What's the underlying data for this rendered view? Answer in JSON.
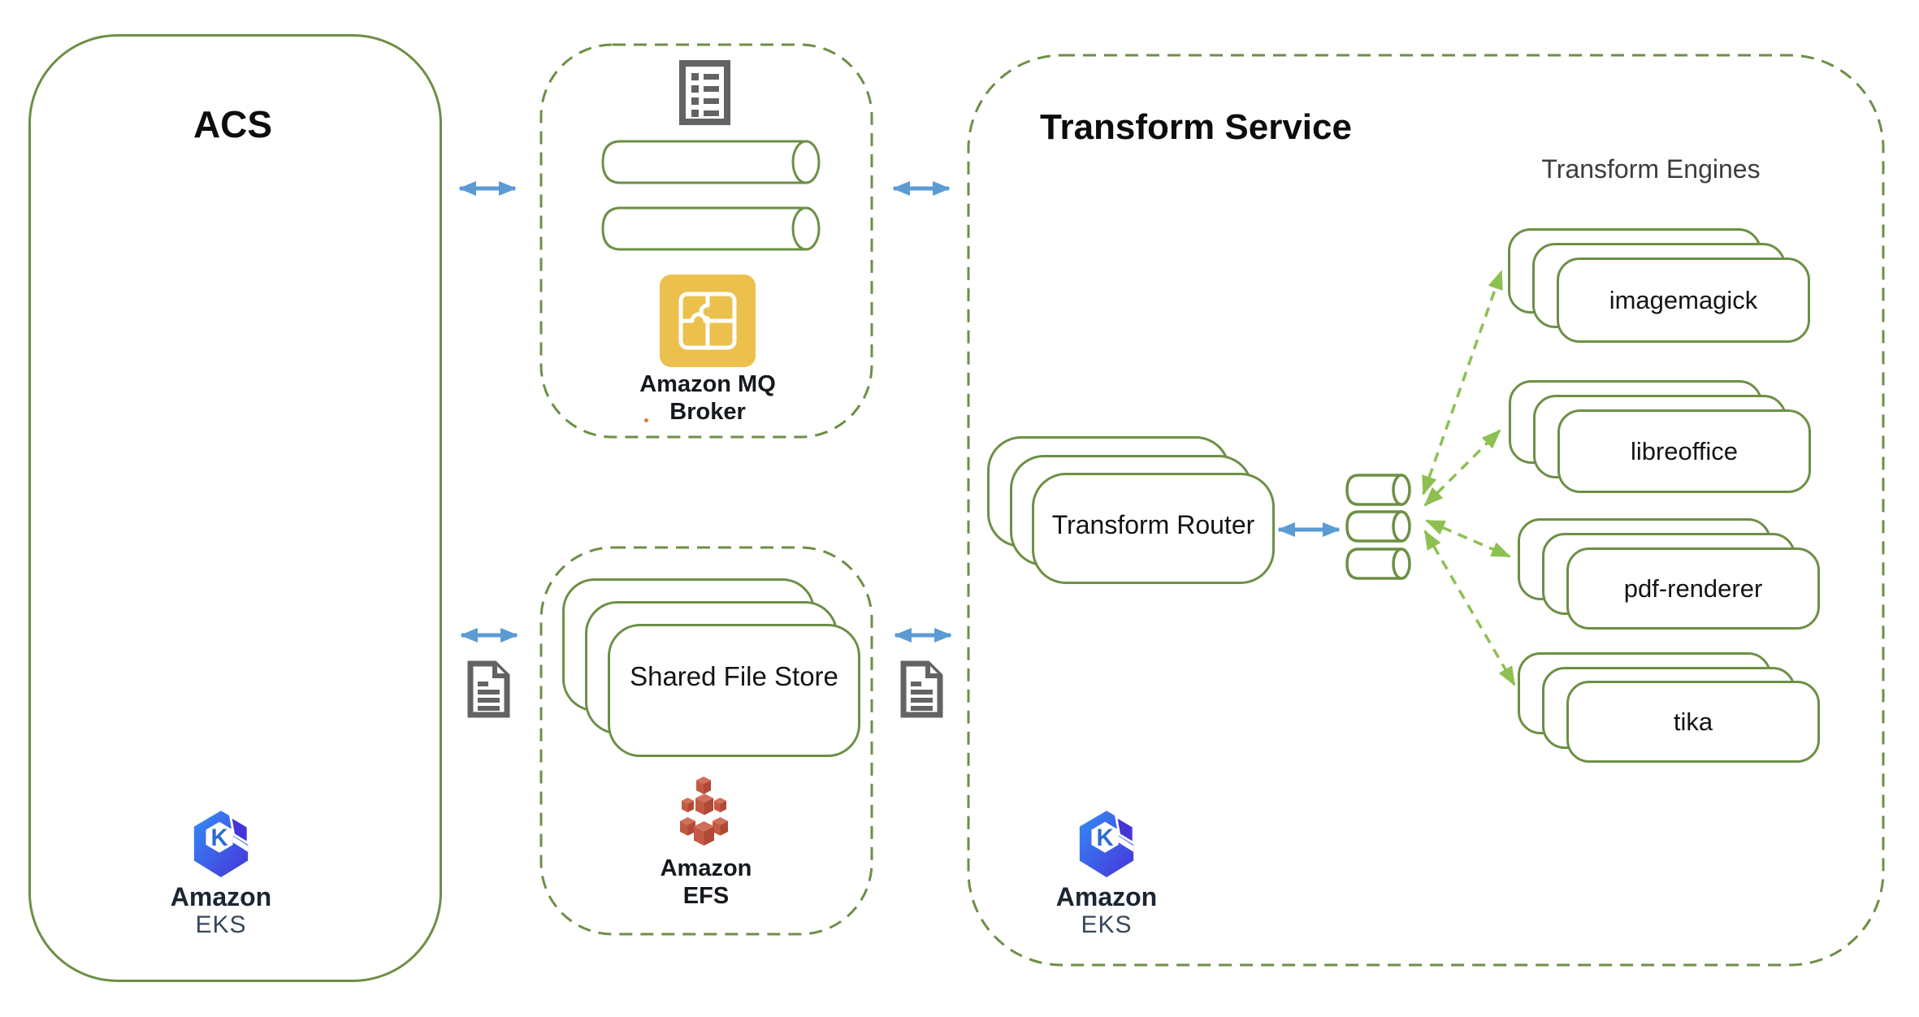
{
  "colors": {
    "outline_green": "#6d8f46",
    "dashed_arrow_green": "#8dc051",
    "arrow_blue": "#5b9bd5",
    "icon_gray": "#636363",
    "mq_yellow": "#ecc04d",
    "efs_red": "#bf5540",
    "eks_blue_gradient_start": "#338df7",
    "eks_blue_gradient_end": "#4633d9"
  },
  "acs": {
    "title": "ACS",
    "eks": {
      "line1": "Amazon",
      "line2": "EKS"
    }
  },
  "mq_group": {
    "label_line1": "Amazon MQ",
    "label_line2": "Broker"
  },
  "storage_group": {
    "box_label": "Shared File Store",
    "efs_line1": "Amazon",
    "efs_line2": "EFS"
  },
  "transform_service": {
    "title": "Transform Service",
    "engines_title": "Transform Engines",
    "router_label": "Transform Router",
    "engines": [
      "imagemagick",
      "libreoffice",
      "pdf-renderer",
      "tika"
    ],
    "eks": {
      "line1": "Amazon",
      "line2": "EKS"
    }
  }
}
